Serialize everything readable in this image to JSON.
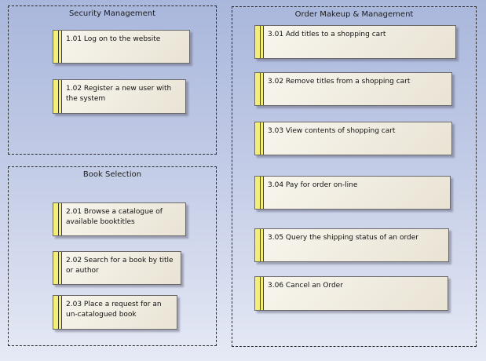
{
  "packages": {
    "security": {
      "title": "Security Management",
      "items": [
        "1.01 Log on to the website",
        "1.02 Register a new user with the system"
      ]
    },
    "book": {
      "title": "Book Selection",
      "items": [
        "2.01 Browse a catalogue of available booktitles",
        "2.02 Search for a book by title or author",
        "2.03 Place a request for an un-catalogued book"
      ]
    },
    "order": {
      "title": "Order Makeup & Management",
      "items": [
        "3.01 Add titles to a shopping cart",
        "3.02 Remove titles from a shopping cart",
        "3.03 View contents of shopping cart",
        "3.04 Pay for order on-line",
        "3.05 Query the shipping status of an order",
        "3.06 Cancel an Order"
      ]
    }
  }
}
